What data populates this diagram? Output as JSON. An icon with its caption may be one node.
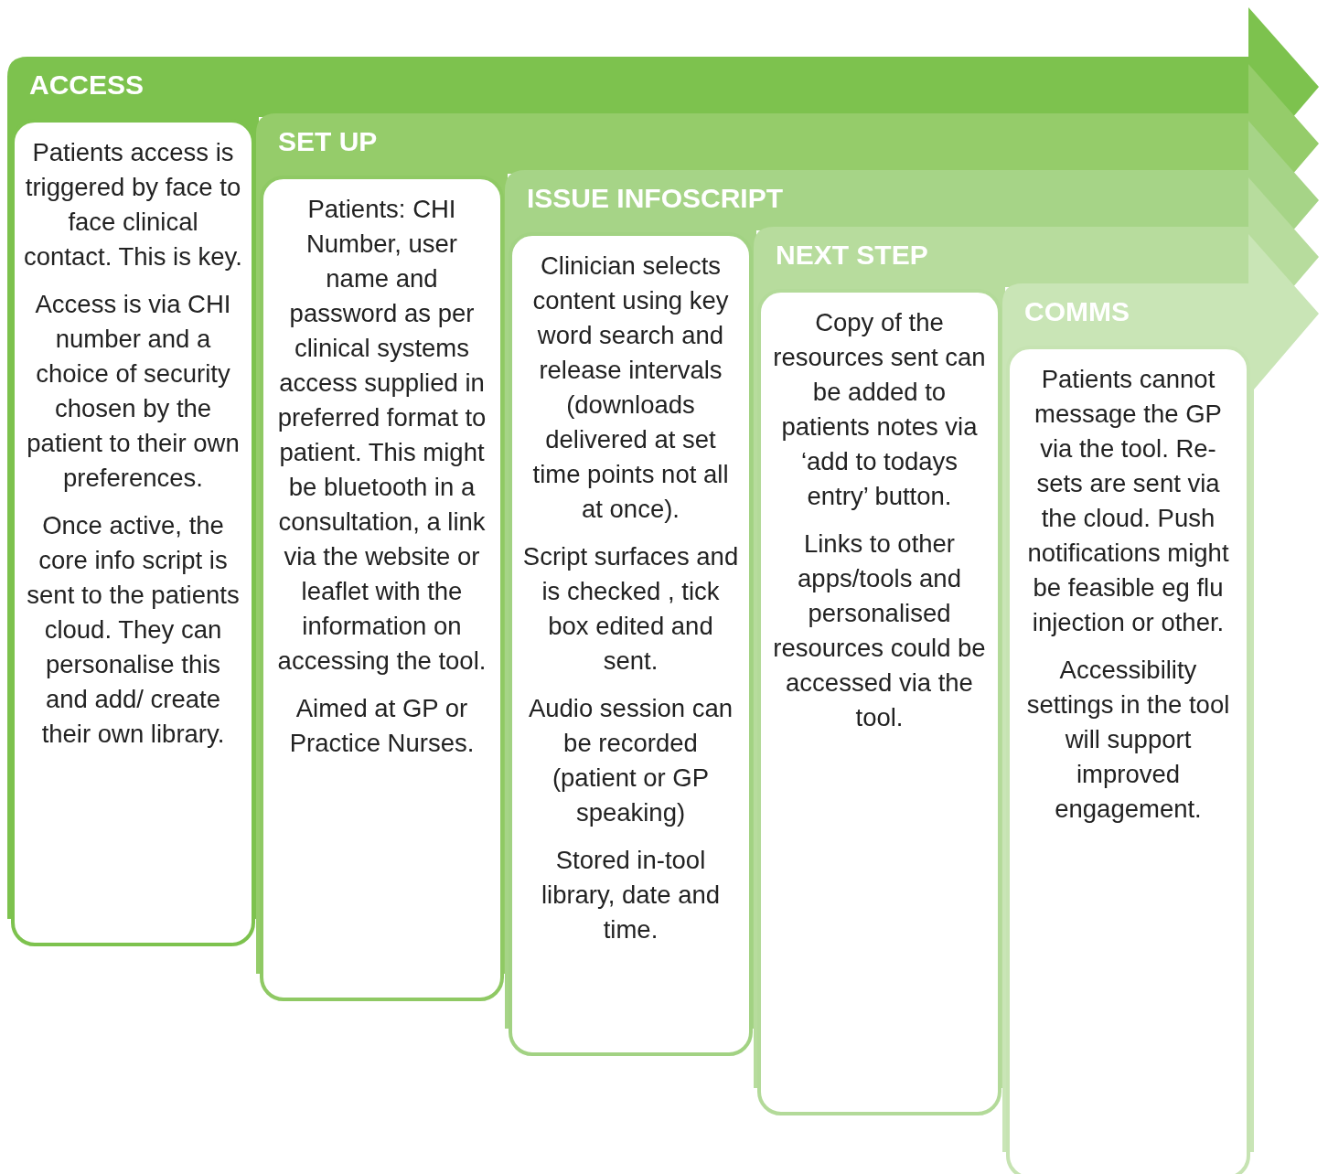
{
  "diagram": {
    "nodes": [
      {
        "text": [
          "ACCESS",
          "Patients access is triggered by face to face clinical contact. This is key.",
          "Access is via CHI number and a choice of security chosen by the patient to their own preferences.",
          "Once active, the core info script is sent to the patients cloud. They can personalise this and add/ create their own library."
        ]
      },
      {
        "text": [
          "SET UP",
          "Patients: CHI Number, user name and password as per clinical systems access supplied in preferred format to patient. This might be bluetooth in a consultation, a link via the website or leaflet with the information on accessing the tool.",
          "Aimed at GP or Practice Nurses."
        ]
      },
      {
        "text": [
          "ISSUE INFOSCRIPT",
          "Clinician selects content using key word search and release intervals (downloads delivered at set time points not all at once).",
          "Script surfaces and is checked , tick box edited and sent.",
          "Audio session can be recorded (patient or GP speaking)",
          "Stored in-tool library, date and time."
        ]
      },
      {
        "text": [
          "NEXT STEP",
          "Copy of the resources sent can be added to patients notes via ‘add to todays entry’ button.",
          "Links to other apps/tools and personalised resources could be accessed via the tool."
        ]
      },
      {
        "text": [
          "COMMS",
          "Patients cannot message the GP via the tool. Re-sets are sent via the cloud. Push notifications might be feasible eg flu injection or other.",
          "Accessibility settings in the tool will support improved engagement."
        ]
      }
    ]
  }
}
